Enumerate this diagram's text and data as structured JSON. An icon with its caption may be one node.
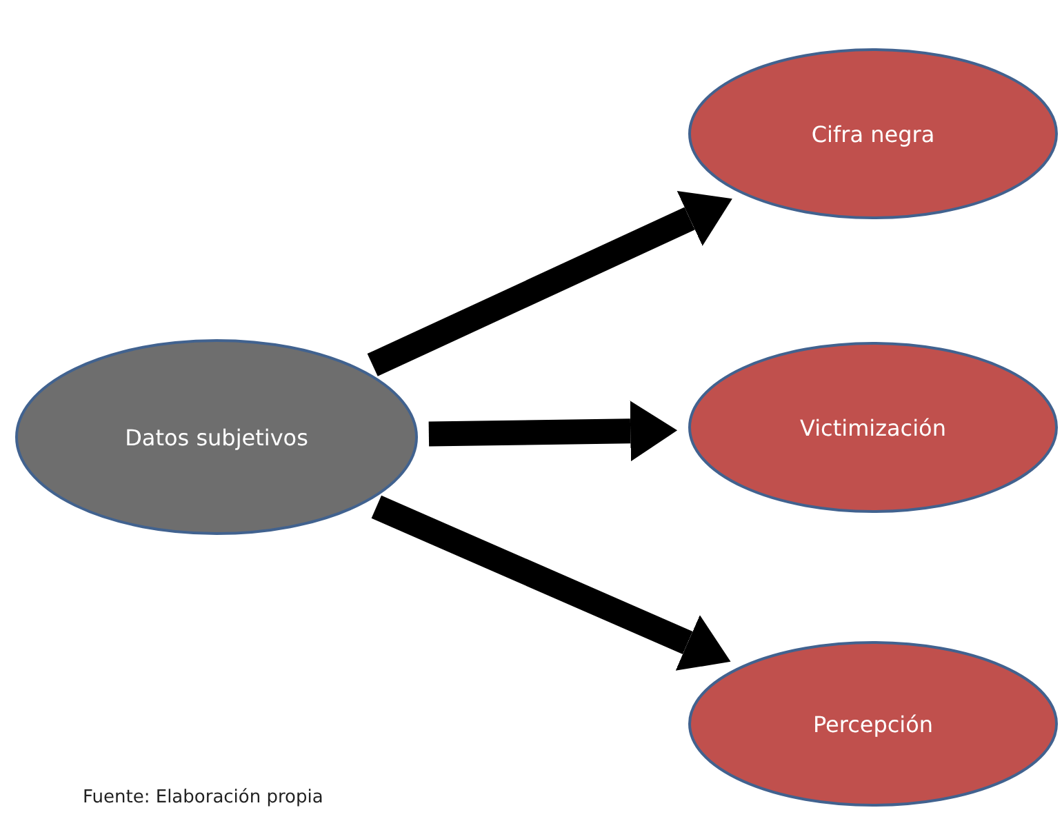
{
  "diagram": {
    "nodes": [
      {
        "text": [
          "Datos subjetivos"
        ]
      },
      {
        "text": [
          "Cifra negra"
        ]
      },
      {
        "text": [
          "Victimización"
        ]
      },
      {
        "text": [
          "Percepción"
        ]
      }
    ],
    "edges": [
      {
        "from": 0,
        "to": 1,
        "arrow": "to"
      },
      {
        "from": 0,
        "to": 2,
        "arrow": "to"
      },
      {
        "from": 0,
        "to": 3,
        "arrow": "to"
      }
    ],
    "labels": [
      "Fuente: Elaboración propia"
    ]
  }
}
